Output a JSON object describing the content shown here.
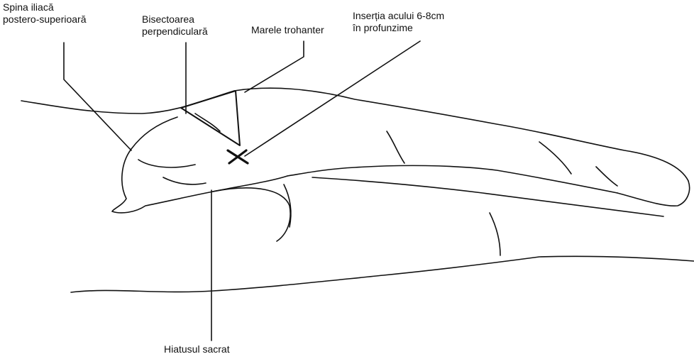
{
  "labels": {
    "spina": {
      "line1": "Spina iliacă",
      "line2": "postero-superioară"
    },
    "bisectoarea": {
      "line1": "Bisectoarea",
      "line2": "perpendiculară"
    },
    "trohanter": {
      "text": "Marele trohanter"
    },
    "insertia": {
      "line1": "Inserția acului 6-8cm",
      "line2": "în profunzime"
    },
    "hiatus": {
      "text": "Hiatusul sacrat"
    }
  },
  "colors": {
    "ink": "#111111",
    "background": "#ffffff"
  }
}
